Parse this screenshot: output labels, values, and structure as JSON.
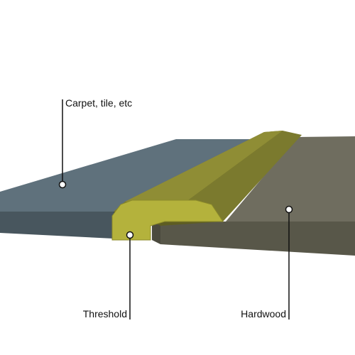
{
  "labels": {
    "carpet": "Carpet, tile, etc",
    "threshold": "Threshold",
    "hardwood": "Hardwood"
  },
  "colors": {
    "background": "#ffffff",
    "carpet_top": "#5f717c",
    "carpet_front": "#48565e",
    "carpet_edge": "#3e4a52",
    "hardwood_top": "#6f6d5f",
    "hardwood_front": "#585749",
    "hardwood_edge": "#4b4a3e",
    "threshold_top": "#7b7a2e",
    "threshold_ridge": "#8f8d35",
    "threshold_shadow": "#5e5d22",
    "threshold_face": "#b4b23c",
    "threshold_face_outline": "#8b8a2a",
    "callout_line": "#111111",
    "callout_dot_fill": "#ffffff",
    "label_text": "#111111"
  }
}
